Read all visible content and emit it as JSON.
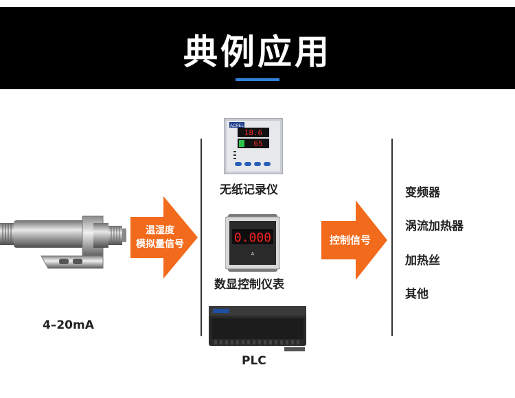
{
  "header": {
    "title": "典例应用"
  },
  "sensor": {
    "label": "4–20mA"
  },
  "arrow1": {
    "line1": "温湿度",
    "line2": "模拟量信号"
  },
  "devices": [
    {
      "label": "无纸记录仪",
      "display_top": "18.6",
      "display_bottom": "65",
      "brand": "ACREL"
    },
    {
      "label": "数显控制仪表",
      "display": "0.000"
    },
    {
      "label": "PLC"
    }
  ],
  "arrow2": {
    "text": "控制信号"
  },
  "outputs": [
    "变频器",
    "涡流加热器",
    "加热丝",
    "其他"
  ],
  "colors": {
    "accent_orange": "#f26a1b",
    "banner_bg": "#000000",
    "underline_blue": "#2e7fd6"
  }
}
